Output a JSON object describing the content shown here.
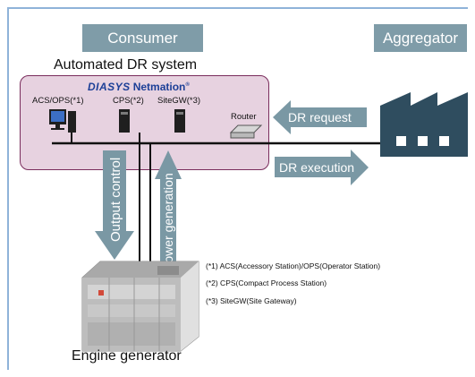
{
  "headers": {
    "consumer": "Consumer",
    "aggregator": "Aggregator"
  },
  "system": {
    "title": "Automated DR system",
    "brand_part1": "DIASYS",
    "brand_part2": "Netmation",
    "brand_mark": "®"
  },
  "nodes": {
    "acs_ops": "ACS/OPS(*1)",
    "cps": "CPS(*2)",
    "sitegw": "SiteGW(*3)",
    "router": "Router"
  },
  "arrows": {
    "dr_request": "DR request",
    "dr_execution": "DR execution",
    "output_control": "Output control",
    "power_generation": "Power generation"
  },
  "notes": {
    "n1": "(*1) ACS(Accessory Station)/OPS(Operator Station)",
    "n2": "(*2) CPS(Compact Process Station)",
    "n3": "(*3) SiteGW(Site Gateway)"
  },
  "engine": {
    "caption": "Engine generator"
  },
  "colors": {
    "header_fill": "#7f9ca8",
    "system_fill": "#e7d2e0",
    "system_border": "#7a2c5c",
    "arrow_fill": "#7a98a4",
    "brand": "#1c3f97",
    "factory": "#2f4d5f"
  }
}
